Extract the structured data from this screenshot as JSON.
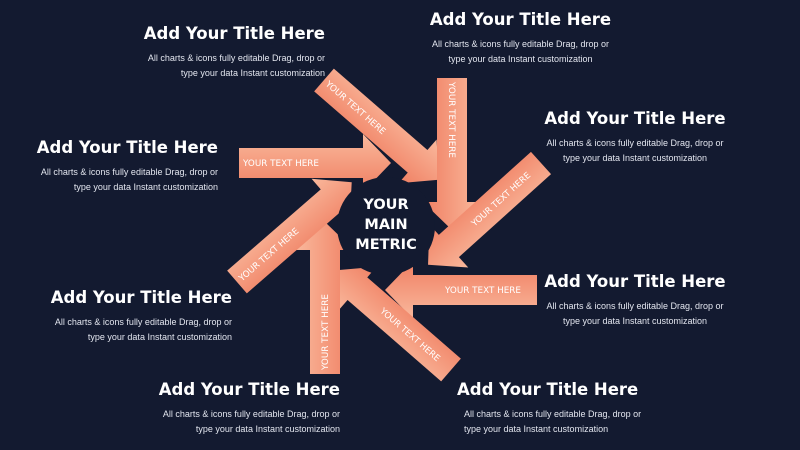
{
  "colors": {
    "background": "#131a30",
    "arrow_top": "#f9b89c",
    "arrow_bottom": "#f07f62",
    "hub": "#131a30",
    "text": "#ffffff"
  },
  "hub": {
    "lines": [
      "YOUR",
      "MAIN",
      "METRIC"
    ]
  },
  "arrows": [
    {
      "label": "YOUR TEXT HERE"
    },
    {
      "label": "YOUR TEXT HERE"
    },
    {
      "label": "YOUR TEXT HERE"
    },
    {
      "label": "YOUR TEXT HERE"
    },
    {
      "label": "YOUR TEXT HERE"
    },
    {
      "label": "YOUR TEXT HERE"
    },
    {
      "label": "YOUR TEXT HERE"
    },
    {
      "label": "YOUR TEXT HERE"
    }
  ],
  "blocks": [
    {
      "title": "Add Your Title Here",
      "desc_line1": "All charts & icons fully editable Drag, drop or",
      "desc_line2": "type your data Instant customization"
    },
    {
      "title": "Add Your Title Here",
      "desc_line1": "All charts & icons fully editable Drag, drop or",
      "desc_line2": "type your data Instant customization"
    },
    {
      "title": "Add Your Title Here",
      "desc_line1": "All charts & icons fully editable Drag, drop or",
      "desc_line2": "type your data Instant customization"
    },
    {
      "title": "Add Your Title Here",
      "desc_line1": "All charts & icons fully editable Drag, drop or",
      "desc_line2": "type your data Instant customization"
    },
    {
      "title": "Add Your Title Here",
      "desc_line1": "All charts & icons fully editable Drag, drop or",
      "desc_line2": "type your data Instant customization"
    },
    {
      "title": "Add Your Title Here",
      "desc_line1": "All charts & icons fully editable Drag, drop or",
      "desc_line2": "type your data Instant customization"
    },
    {
      "title": "Add Your Title Here",
      "desc_line1": "All charts & icons fully editable Drag, drop or",
      "desc_line2": "type your data Instant customization"
    },
    {
      "title": "Add Your Title Here",
      "desc_line1": "All charts & icons fully editable Drag, drop or",
      "desc_line2": "type your data Instant customization"
    }
  ]
}
